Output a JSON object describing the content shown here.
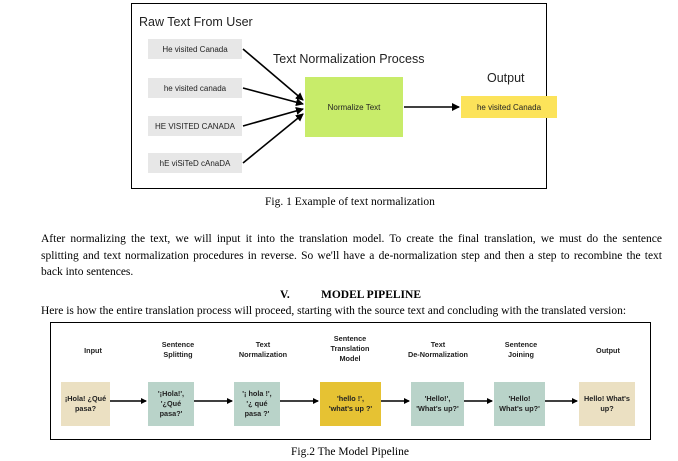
{
  "figure1": {
    "raw_title": "Raw Text From User",
    "process_title": "Text Normalization Process",
    "output_title": "Output",
    "inputs": [
      "He visited Canada",
      "he visited canada",
      "HE VISITED CANADA",
      "hE viSiTeD cAnaDA"
    ],
    "process_label": "Normalize Text",
    "output_label": "he visited Canada",
    "caption": "Fig. 1 Example of text normalization",
    "colors": {
      "input_box": "#e7e7e7",
      "process_box": "#c8ec6a",
      "output_box": "#fce35a"
    }
  },
  "paragraph": [
    "After normalizing the text, we will input it into the translation model. To create the final translation, we must do the sentence",
    "splitting and text normalization procedures in reverse. So we'll have a de-normalization step and then a step to recombine the text",
    "back into sentences."
  ],
  "section": {
    "number": "V.",
    "title": "MODEL PIPELINE"
  },
  "intro": "Here is how the entire translation process will proceed, starting with the source text and concluding with the translated version:",
  "figure2": {
    "steps": [
      {
        "header": [
          "Input"
        ],
        "box": [
          "¡Hola! ¿Qué",
          "pasa?"
        ],
        "color": "#ebe0c2"
      },
      {
        "header": [
          "Sentence",
          "Splitting"
        ],
        "box": [
          "'¡Hola!',",
          "'¿Qué",
          "pasa?'"
        ],
        "color": "#b9d3c9"
      },
      {
        "header": [
          "Text",
          "Normalization"
        ],
        "box": [
          "'¡ hola !',",
          "'¿ qué",
          "pasa ?'"
        ],
        "color": "#b9d3c9"
      },
      {
        "header": [
          "Sentence",
          "Translation",
          "Model"
        ],
        "box": [
          "'hello !',",
          "'what's up ?'"
        ],
        "color": "#e6c233"
      },
      {
        "header": [
          "Text",
          "De-Normalization"
        ],
        "box": [
          "'Hello!',",
          "'What's up?'"
        ],
        "color": "#b9d3c9"
      },
      {
        "header": [
          "Sentence",
          "Joining"
        ],
        "box": [
          "'Hello!",
          "What's up?'"
        ],
        "color": "#b9d3c9"
      },
      {
        "header": [
          "Output"
        ],
        "box": [
          "Hello! What's",
          "up?"
        ],
        "color": "#ebe0c2"
      }
    ],
    "caption": "Fig.2 The Model Pipeline"
  }
}
